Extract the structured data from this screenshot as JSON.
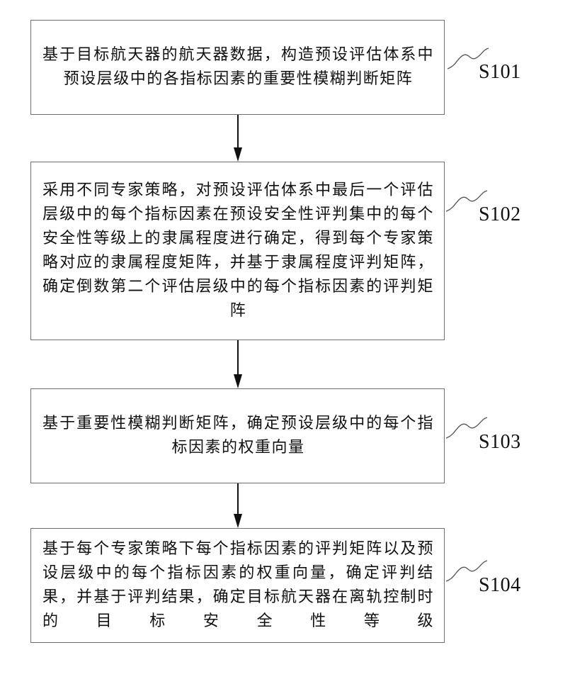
{
  "steps": [
    {
      "id": "S101",
      "text": "基于目标航天器的航天器数据，构造预设评估体系中预设层级中的各指标因素的重要性模糊判断矩阵"
    },
    {
      "id": "S102",
      "text": "采用不同专家策略，对预设评估体系中最后一个评估层级中的每个指标因素在预设安全性评判集中的每个安全性等级上的隶属程度进行确定，得到每个专家策略对应的隶属程度矩阵，并基于隶属程度评判矩阵，确定倒数第二个评估层级中的每个指标因素的评判矩阵"
    },
    {
      "id": "S103",
      "text": "基于重要性模糊判断矩阵，确定预设层级中的每个指标因素的权重向量"
    },
    {
      "id": "S104",
      "text": "基于每个专家策略下每个指标因素的评判矩阵以及预设层级中的每个指标因素的权重向量，确定评判结果，并基于评判结果，确定目标航天器在离轨控制时的目标安全性等级"
    }
  ]
}
